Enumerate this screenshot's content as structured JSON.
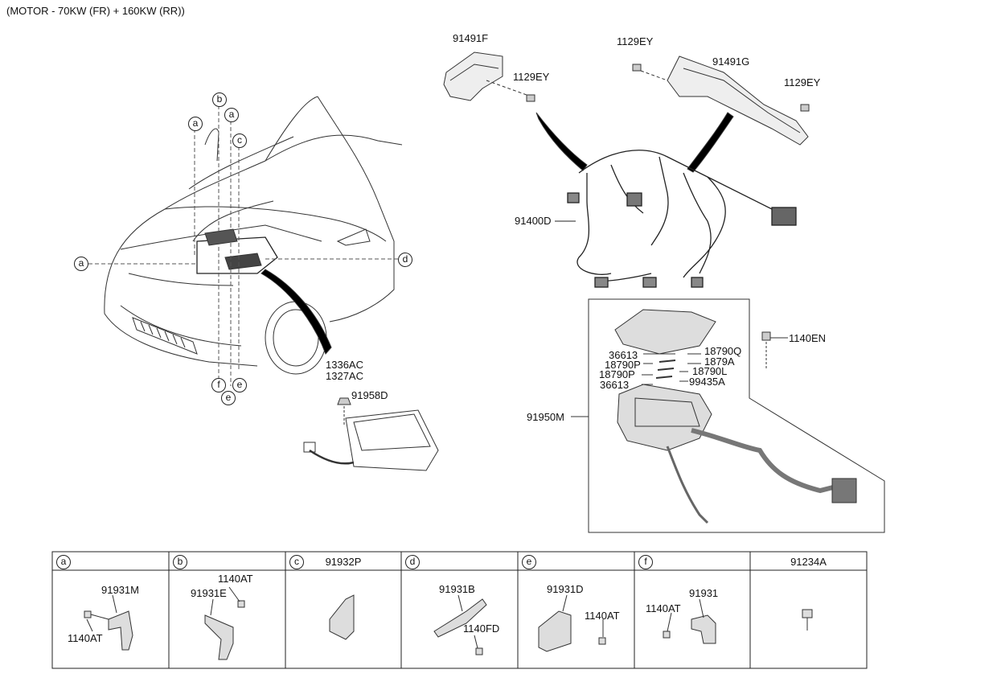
{
  "header": "(MOTOR - 70KW (FR) + 160KW (RR))",
  "callouts": {
    "a": "a",
    "b": "b",
    "c": "c",
    "d": "d",
    "e": "e",
    "f": "f"
  },
  "parts": {
    "p91491F": "91491F",
    "p1129EY_1": "1129EY",
    "p1129EY_2": "1129EY",
    "p1129EY_3": "1129EY",
    "p91491G": "91491G",
    "p91400D": "91400D",
    "p1336AC": "1336AC",
    "p1327AC": "1327AC",
    "p91958D": "91958D",
    "p1140EN": "1140EN",
    "p36613_1": "36613",
    "p18790P_1": "18790P",
    "p18790P_2": "18790P",
    "p36613_2": "36613",
    "p18790Q": "18790Q",
    "p1879A": "1879A",
    "p18790L": "18790L",
    "p99435A": "99435A",
    "p91950M": "91950M"
  },
  "table": {
    "headers": [
      {
        "circle": "a",
        "text": ""
      },
      {
        "circle": "b",
        "text": ""
      },
      {
        "circle": "c",
        "text": "91932P"
      },
      {
        "circle": "d",
        "text": ""
      },
      {
        "circle": "e",
        "text": ""
      },
      {
        "circle": "f",
        "text": ""
      },
      {
        "circle": "",
        "text": "91234A"
      }
    ],
    "cells": {
      "a_part": "91931M",
      "a_bolt": "1140AT",
      "b_bolt": "1140AT",
      "b_part": "91931E",
      "d_part": "91931B",
      "d_bolt": "1140FD",
      "e_part": "91931D",
      "e_bolt": "1140AT",
      "f_bolt": "1140AT",
      "f_part": "91931"
    }
  }
}
